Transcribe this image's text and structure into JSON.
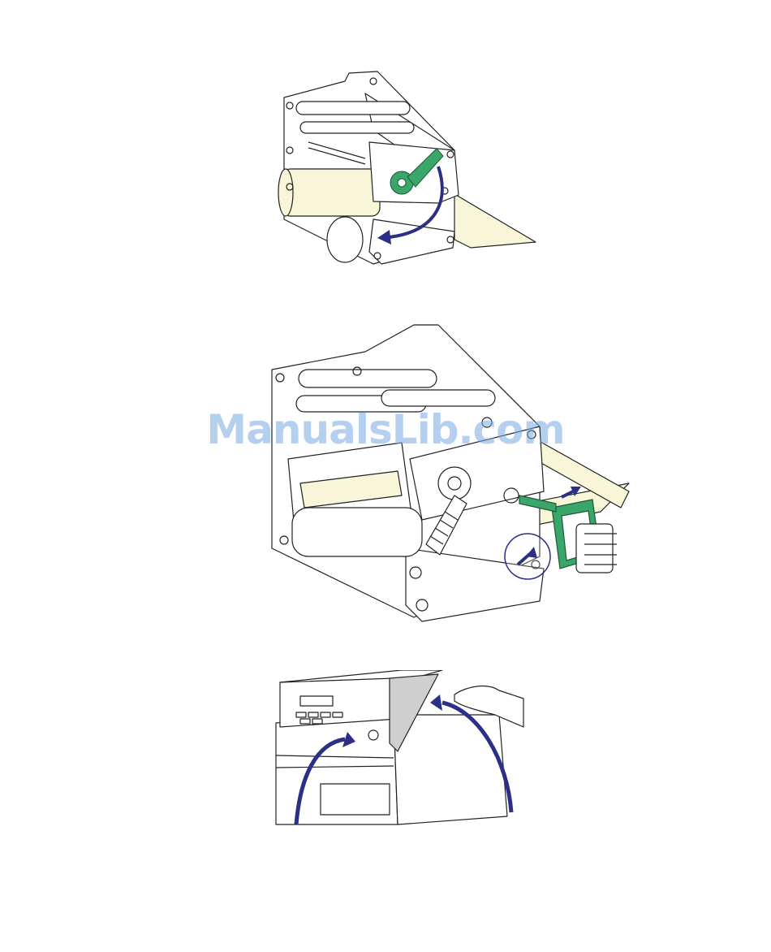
{
  "watermark": {
    "text": "ManualsLib.com"
  },
  "figures": [
    {
      "name": "printhead-gear-rotate",
      "icon": "printhead-assembly-icon"
    },
    {
      "name": "media-load-latch",
      "icon": "printhead-latch-icon"
    },
    {
      "name": "printer-cover-close",
      "icon": "printer-cover-icon"
    }
  ],
  "colors": {
    "arrow": "#2b2f86",
    "accent_green": "#3aa66a",
    "media": "#f8f5d8",
    "outline": "#222222",
    "watermark": "#78aae1"
  }
}
